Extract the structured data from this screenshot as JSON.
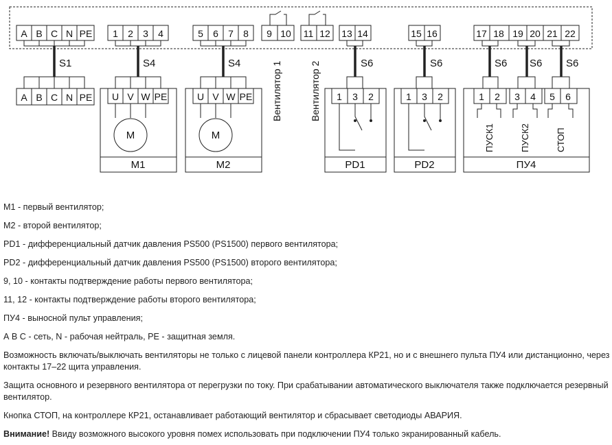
{
  "diagram": {
    "controller_terminals": [
      [
        "A",
        "B",
        "C",
        "N",
        "PE"
      ],
      [
        "1",
        "2",
        "3",
        "4"
      ],
      [
        "5",
        "6",
        "7",
        "8"
      ],
      [
        "9",
        "10"
      ],
      [
        "11",
        "12"
      ],
      [
        "13",
        "14"
      ],
      [
        "15",
        "16"
      ],
      [
        "17",
        "18",
        "19",
        "20",
        "21",
        "22"
      ]
    ],
    "cables": [
      "S1",
      "S4",
      "S4",
      "S6",
      "S6",
      "S6",
      "S6",
      "S6"
    ],
    "vent_labels": [
      "Вентилятор 1",
      "Вентилятор 2"
    ],
    "network_terminals": [
      "A",
      "B",
      "C",
      "N",
      "PE"
    ],
    "motor_terminals": [
      "U",
      "V",
      "W",
      "PE"
    ],
    "motor_symbol": "M",
    "pd_terminals": [
      "1",
      "3",
      "2"
    ],
    "pu_terminals": [
      "1",
      "2",
      "3",
      "4",
      "5",
      "6"
    ],
    "pu_buttons": [
      "ПУСК1",
      "ПУСК2",
      "СТОП"
    ],
    "devices": [
      "M1",
      "M2",
      "PD1",
      "PD2",
      "ПУ4"
    ]
  },
  "legend": {
    "lines": [
      "M1 - первый вентилятор;",
      "M2 - второй вентилятор;",
      "PD1 - дифференциальный датчик давления PS500 (PS1500) первого вентилятора;",
      "PD2 - дифференциальный датчик давления PS500 (PS1500) второго вентилятора;",
      "9, 10 - контакты подтверждение работы первого вентилятора;",
      "11, 12 - контакты подтверждение работы второго вентилятора;",
      "ПУ4 - выносной пульт управления;",
      "А В С - сеть, N - рабочая нейтраль, PE - защитная земля."
    ],
    "para_remote": "Возможность включать/выключать вентиляторы не только с лицевой панели контроллера КР21, но и с внешнего пульта ПУ4 или дистанционно, через контакты 17–22 щита управления.",
    "para_overload": "Защита основного и резервного вентилятора от перегрузки по току. При срабатывании автоматического выключателя также подключается резервный вентилятор.",
    "para_stop": "Кнопка СТОП, на контроллере КР21, останавливает работающий вентилятор и сбрасывает светодиоды АВАРИЯ.",
    "warning_label": "Внимание!",
    "warning_text": " Ввиду возможного высокого уровня помех использовать при подключении ПУ4 только экранированный кабель."
  }
}
